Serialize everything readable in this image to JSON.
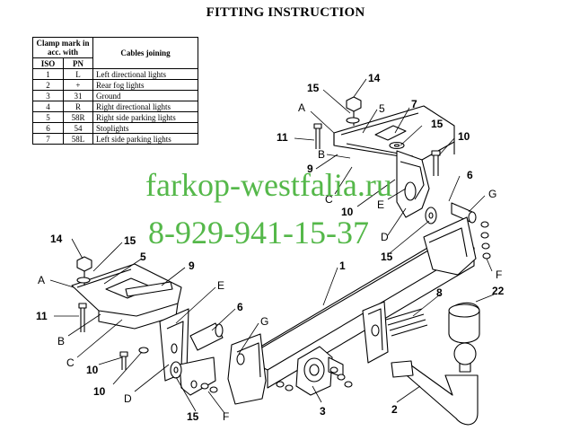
{
  "title": "FITTING INSTRUCTION",
  "table": {
    "header_clamp": "Clamp mark in acc. with",
    "header_cables": "Cables joining",
    "header_iso": "ISO",
    "header_pn": "PN",
    "rows": [
      {
        "iso": "1",
        "pn": "L",
        "desc": "Left directional lights"
      },
      {
        "iso": "2",
        "pn": "+",
        "desc": "Rear fog lights"
      },
      {
        "iso": "3",
        "pn": "31",
        "desc": "Ground"
      },
      {
        "iso": "4",
        "pn": "R",
        "desc": "Right directional lights"
      },
      {
        "iso": "5",
        "pn": "58R",
        "desc": "Right side parking lights"
      },
      {
        "iso": "6",
        "pn": "54",
        "desc": "Stoplights"
      },
      {
        "iso": "7",
        "pn": "58L",
        "desc": "Left side parking lights"
      }
    ]
  },
  "watermark": {
    "site": "farkop-westfalia.ru",
    "phone": "8-929-941-15-37",
    "color": "#55b84a"
  },
  "callouts": {
    "top": {
      "c14": "14",
      "c15a": "15",
      "A": "A",
      "c5": "5",
      "c7": "7",
      "c15b": "15",
      "c11": "11",
      "c10a": "10",
      "c9": "9",
      "B": "B",
      "C": "C",
      "c10b": "10",
      "E": "E",
      "D": "D",
      "c6": "6",
      "G": "G",
      "c15c": "15",
      "F": "F"
    },
    "left": {
      "c14": "14",
      "c15a": "15",
      "c5": "5",
      "c9": "9",
      "A": "A",
      "E": "E",
      "c11": "11",
      "c6": "6",
      "B": "B",
      "G": "G",
      "C": "C",
      "c10a": "10",
      "c10b": "10",
      "D": "D",
      "c15b": "15",
      "F": "F"
    },
    "main": {
      "c1": "1",
      "c8": "8",
      "c22": "22",
      "c3": "3",
      "c2": "2"
    }
  }
}
